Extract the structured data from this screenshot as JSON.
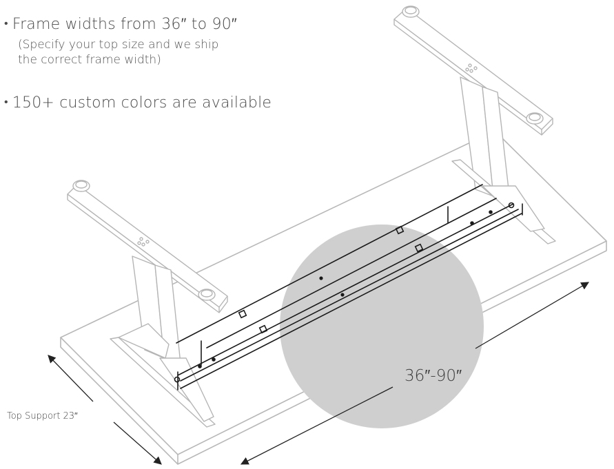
{
  "bullets": [
    {
      "text": "Frame widths from 36″ to 90″",
      "subtext": [
        "(Specify your top size and we ship",
        "the correct frame width)"
      ]
    },
    {
      "text": "150+ custom colors are available"
    }
  ],
  "dimensions": {
    "width_range": "36″-90″",
    "top_support_label": "Top Support",
    "top_support_value": "23″"
  },
  "colors": {
    "highlight_circle": "#cfcfcf",
    "outline": "#b5b5b5",
    "dark_line": "#1a1a1a"
  }
}
